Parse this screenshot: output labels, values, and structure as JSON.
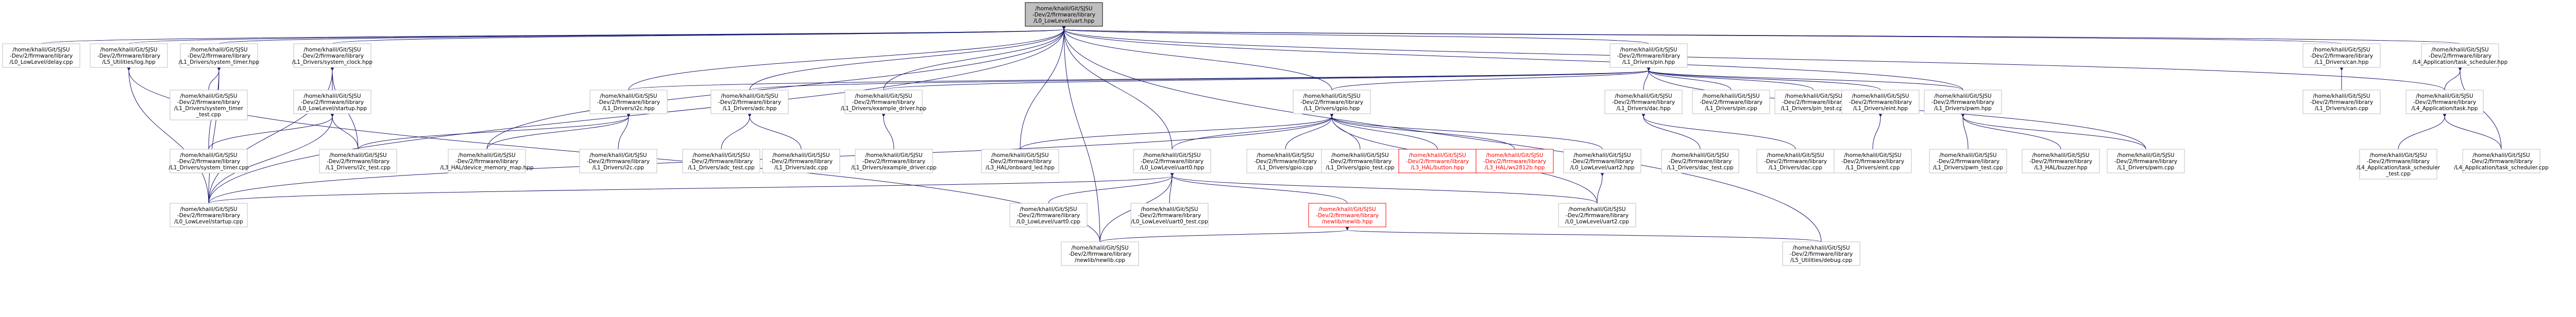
{
  "graph": {
    "nodes": [
      {
        "id": "root",
        "lines": [
          "/home/khalil/Git/SJSU",
          "-Dev/2/firmware/library",
          "/L0_LowLevel/uart.hpp"
        ]
      },
      {
        "id": "n_delay",
        "lines": [
          "/home/khalil/Git/SJSU",
          "-Dev/2/firmware/library",
          "/L0_LowLevel/delay.cpp"
        ]
      },
      {
        "id": "n_debug",
        "lines": [
          "/home/khalil/Git/SJSU",
          "-Dev/2/firmware/library",
          "/L5_Utilities/log.hpp"
        ]
      },
      {
        "id": "n_systimer",
        "lines": [
          "/home/khalil/Git/SJSU",
          "-Dev/2/firmware/library",
          "/L1_Drivers/system_timer.hpp"
        ]
      },
      {
        "id": "n_sysclock",
        "lines": [
          "/home/khalil/Git/SJSU",
          "-Dev/2/firmware/library",
          "/L1_Drivers/system_clock.hpp"
        ]
      },
      {
        "id": "n_pin",
        "lines": [
          "/home/khalil/Git/SJSU",
          "-Dev/2/firmware/library",
          "/L1_Drivers/pin.hpp"
        ]
      },
      {
        "id": "n_can",
        "lines": [
          "/home/khalil/Git/SJSU",
          "-Dev/2/firmware/library",
          "/L1_Drivers/can.hpp"
        ]
      },
      {
        "id": "n_taskscheduler",
        "lines": [
          "/home/khalil/Git/SJSU",
          "-Dev/2/firmware/library",
          "/L4_Application/task_scheduler.hpp"
        ]
      },
      {
        "id": "n_systimer_test",
        "lines": [
          "/home/khalil/Git/SJSU",
          "-Dev/2/firmware/library",
          "/L1_Drivers/system_timer",
          "_test.cpp"
        ]
      },
      {
        "id": "n_startup_hpp",
        "lines": [
          "/home/khalil/Git/SJSU",
          "-Dev/2/firmware/library",
          "/L0_LowLevel/startup.hpp"
        ]
      },
      {
        "id": "n_i2c",
        "lines": [
          "/home/khalil/Git/SJSU",
          "-Dev/2/firmware/library",
          "/L1_Drivers/i2c.hpp"
        ]
      },
      {
        "id": "n_adc",
        "lines": [
          "/home/khalil/Git/SJSU",
          "-Dev/2/firmware/library",
          "/L1_Drivers/adc.hpp"
        ]
      },
      {
        "id": "n_exdriver",
        "lines": [
          "/home/khalil/Git/SJSU",
          "-Dev/2/firmware/library",
          "/L1_Drivers/example_driver.hpp"
        ]
      },
      {
        "id": "n_gpio",
        "lines": [
          "/home/khalil/Git/SJSU",
          "-Dev/2/firmware/library",
          "/L1_Drivers/gpio.hpp"
        ]
      },
      {
        "id": "n_dac",
        "lines": [
          "/home/khalil/Git/SJSU",
          "-Dev/2/firmware/library",
          "/L1_Drivers/dac.hpp"
        ]
      },
      {
        "id": "n_pin_cpp",
        "lines": [
          "/home/khalil/Git/SJSU",
          "-Dev/2/firmware/library",
          "/L1_Drivers/pin.cpp"
        ]
      },
      {
        "id": "n_pin_test",
        "lines": [
          "/home/khalil/Git/SJSU",
          "-Dev/2/firmware/library",
          "/L1_Drivers/pin_test.cpp"
        ]
      },
      {
        "id": "n_eint",
        "lines": [
          "/home/khalil/Git/SJSU",
          "-Dev/2/firmware/library",
          "/L1_Drivers/eint.hpp"
        ]
      },
      {
        "id": "n_pwm",
        "lines": [
          "/home/khalil/Git/SJSU",
          "-Dev/2/firmware/library",
          "/L1_Drivers/pwm.hpp"
        ]
      },
      {
        "id": "n_can_cpp",
        "lines": [
          "/home/khalil/Git/SJSU",
          "-Dev/2/firmware/library",
          "/L1_Drivers/can.cpp"
        ]
      },
      {
        "id": "n_task",
        "lines": [
          "/home/khalil/Git/SJSU",
          "-Dev/2/firmware/library",
          "/L4_Application/task.hpp"
        ]
      },
      {
        "id": "n_systimer_cpp",
        "lines": [
          "/home/khalil/Git/SJSU",
          "-Dev/2/firmware/library",
          "/L1_Drivers/system_timer.cpp"
        ]
      },
      {
        "id": "n_i2c_test",
        "lines": [
          "/home/khalil/Git/SJSU",
          "-Dev/2/firmware/library",
          "/L1_Drivers/i2c_test.cpp"
        ]
      },
      {
        "id": "n_devmemmap",
        "lines": [
          "/home/khalil/Git/SJSU",
          "-Dev/2/firmware/library",
          "/L3_HAL/device_memory_map.hpp"
        ]
      },
      {
        "id": "n_i2c_cpp",
        "lines": [
          "/home/khalil/Git/SJSU",
          "-Dev/2/firmware/library",
          "/L1_Drivers/i2c.cpp"
        ]
      },
      {
        "id": "n_adc_test",
        "lines": [
          "/home/khalil/Git/SJSU",
          "-Dev/2/firmware/library",
          "/L1_Drivers/adc_test.cpp"
        ]
      },
      {
        "id": "n_adc_cpp",
        "lines": [
          "/home/khalil/Git/SJSU",
          "-Dev/2/firmware/library",
          "/L1_Drivers/adc.cpp"
        ]
      },
      {
        "id": "n_exdriver_cpp",
        "lines": [
          "/home/khalil/Git/SJSU",
          "-Dev/2/firmware/library",
          "/L1_Drivers/example_driver.cpp"
        ]
      },
      {
        "id": "n_onboard_led",
        "lines": [
          "/home/khalil/Git/SJSU",
          "-Dev/2/firmware/library",
          "/L3_HAL/onboard_led.hpp"
        ]
      },
      {
        "id": "n_uart_low",
        "lines": [
          "/home/khalil/Git/SJSU",
          "-Dev/2/firmware/library",
          "/L0_LowLevel/uart0.hpp"
        ]
      },
      {
        "id": "n_gpio_cpp",
        "lines": [
          "/home/khalil/Git/SJSU",
          "-Dev/2/firmware/library",
          "/L1_Drivers/gpio.cpp"
        ]
      },
      {
        "id": "n_gpio_test",
        "lines": [
          "/home/khalil/Git/SJSU",
          "-Dev/2/firmware/library",
          "/L1_Drivers/gpio_test.cpp"
        ]
      },
      {
        "id": "n_button",
        "lines": [
          "/home/khalil/Git/SJSU",
          "-Dev/2/firmware/library",
          "/L3_HAL/button.hpp"
        ],
        "highlight": true
      },
      {
        "id": "n_ws2812",
        "lines": [
          "/home/khalil/Git/SJSU",
          "-Dev/2/firmware/library",
          "/L3_HAL/ws2812b.hpp"
        ],
        "highlight": true
      },
      {
        "id": "n_uart2",
        "lines": [
          "/home/khalil/Git/SJSU",
          "-Dev/2/firmware/library",
          "/L0_LowLevel/uart2.hpp"
        ]
      },
      {
        "id": "n_dac_test",
        "lines": [
          "/home/khalil/Git/SJSU",
          "-Dev/2/firmware/library",
          "/L1_Drivers/dac_test.cpp"
        ]
      },
      {
        "id": "n_dac_cpp",
        "lines": [
          "/home/khalil/Git/SJSU",
          "-Dev/2/firmware/library",
          "/L1_Drivers/dac.cpp"
        ]
      },
      {
        "id": "n_eint_cpp",
        "lines": [
          "/home/khalil/Git/SJSU",
          "-Dev/2/firmware/library",
          "/L1_Drivers/eint.cpp"
        ]
      },
      {
        "id": "n_pwm_test",
        "lines": [
          "/home/khalil/Git/SJSU",
          "-Dev/2/firmware/library",
          "/L1_Drivers/pwm_test.cpp"
        ]
      },
      {
        "id": "n_buzzer",
        "lines": [
          "/home/khalil/Git/SJSU",
          "-Dev/2/firmware/library",
          "/L3_HAL/buzzer.hpp"
        ]
      },
      {
        "id": "n_pwm_cpp",
        "lines": [
          "/home/khalil/Git/SJSU",
          "-Dev/2/firmware/library",
          "/L1_Drivers/pwm.cpp"
        ]
      },
      {
        "id": "n_ts_test",
        "lines": [
          "/home/khalil/Git/SJSU",
          "-Dev/2/firmware/library",
          "/L4_Application/task_scheduler",
          "_test.cpp"
        ]
      },
      {
        "id": "n_ts_cpp",
        "lines": [
          "/home/khalil/Git/SJSU",
          "-Dev/2/firmware/library",
          "/L4_Application/task_scheduler.cpp"
        ]
      },
      {
        "id": "n_startup_cpp",
        "lines": [
          "/home/khalil/Git/SJSU",
          "-Dev/2/firmware/library",
          "/L0_LowLevel/startup.cpp"
        ]
      },
      {
        "id": "n_uart0_cpp",
        "lines": [
          "/home/khalil/Git/SJSU",
          "-Dev/2/firmware/library",
          "/L0_LowLevel/uart0.cpp"
        ]
      },
      {
        "id": "n_uart0_test",
        "lines": [
          "/home/khalil/Git/SJSU",
          "-Dev/2/firmware/library",
          "/L0_LowLevel/uart0_test.cpp"
        ]
      },
      {
        "id": "n_newlib_hpp",
        "lines": [
          "/home/khalil/Git/SJSU",
          "-Dev/2/firmware/library",
          "/newlib/newlib.hpp"
        ],
        "highlight": true
      },
      {
        "id": "n_uart2_cpp",
        "lines": [
          "/home/khalil/Git/SJSU",
          "-Dev/2/firmware/library",
          "/L0_LowLevel/uart2.cpp"
        ]
      },
      {
        "id": "n_newlib_cpp",
        "lines": [
          "/home/khalil/Git/SJSU",
          "-Dev/2/firmware/library",
          "/newlib/newlib.cpp"
        ]
      },
      {
        "id": "n_debug_cpp",
        "lines": [
          "/home/khalil/Git/SJSU",
          "-Dev/2/firmware/library",
          "/L5_Utilities/debug.cpp"
        ]
      }
    ],
    "edges": [
      [
        "root",
        "n_delay"
      ],
      [
        "root",
        "n_debug"
      ],
      [
        "root",
        "n_systimer"
      ],
      [
        "root",
        "n_sysclock"
      ],
      [
        "root",
        "n_pin"
      ],
      [
        "root",
        "n_can"
      ],
      [
        "root",
        "n_taskscheduler"
      ],
      [
        "root",
        "n_i2c"
      ],
      [
        "root",
        "n_adc"
      ],
      [
        "root",
        "n_exdriver"
      ],
      [
        "root",
        "n_gpio"
      ],
      [
        "root",
        "n_pwm"
      ],
      [
        "root",
        "n_task"
      ],
      [
        "root",
        "n_devmemmap"
      ],
      [
        "root",
        "n_onboard_led"
      ],
      [
        "root",
        "n_uart_low"
      ],
      [
        "root",
        "n_startup_cpp"
      ],
      [
        "root",
        "n_newlib_cpp"
      ],
      [
        "root",
        "n_debug_cpp"
      ],
      [
        "n_debug",
        "n_startup_cpp"
      ],
      [
        "n_debug",
        "n_newlib_cpp"
      ],
      [
        "n_systimer",
        "n_systimer_test"
      ],
      [
        "n_systimer",
        "n_systimer_cpp"
      ],
      [
        "n_systimer",
        "n_startup_cpp"
      ],
      [
        "n_sysclock",
        "n_startup_hpp"
      ],
      [
        "n_sysclock",
        "n_i2c_test"
      ],
      [
        "n_sysclock",
        "n_startup_cpp"
      ],
      [
        "n_startup_hpp",
        "n_systimer_cpp"
      ],
      [
        "n_startup_hpp",
        "n_i2c_test"
      ],
      [
        "n_startup_hpp",
        "n_startup_cpp"
      ],
      [
        "n_pin",
        "n_i2c"
      ],
      [
        "n_pin",
        "n_adc"
      ],
      [
        "n_pin",
        "n_exdriver"
      ],
      [
        "n_pin",
        "n_gpio"
      ],
      [
        "n_pin",
        "n_dac"
      ],
      [
        "n_pin",
        "n_pin_cpp"
      ],
      [
        "n_pin",
        "n_pin_test"
      ],
      [
        "n_pin",
        "n_eint"
      ],
      [
        "n_pin",
        "n_pwm"
      ],
      [
        "n_pin",
        "n_pwm_cpp"
      ],
      [
        "n_can",
        "n_can_cpp"
      ],
      [
        "n_taskscheduler",
        "n_task"
      ],
      [
        "n_taskscheduler",
        "n_ts_cpp"
      ],
      [
        "n_task",
        "n_ts_test"
      ],
      [
        "n_task",
        "n_ts_cpp"
      ],
      [
        "n_i2c",
        "n_i2c_test"
      ],
      [
        "n_i2c",
        "n_devmemmap"
      ],
      [
        "n_i2c",
        "n_i2c_cpp"
      ],
      [
        "n_adc",
        "n_adc_test"
      ],
      [
        "n_adc",
        "n_adc_cpp"
      ],
      [
        "n_exdriver",
        "n_exdriver_cpp"
      ],
      [
        "n_gpio",
        "n_onboard_led"
      ],
      [
        "n_gpio",
        "n_uart_low"
      ],
      [
        "n_gpio",
        "n_gpio_cpp"
      ],
      [
        "n_gpio",
        "n_gpio_test"
      ],
      [
        "n_gpio",
        "n_button"
      ],
      [
        "n_gpio",
        "n_ws2812"
      ],
      [
        "n_gpio",
        "n_uart2"
      ],
      [
        "n_gpio",
        "n_uart2_cpp"
      ],
      [
        "n_gpio",
        "n_startup_cpp"
      ],
      [
        "n_uart_low",
        "n_startup_cpp"
      ],
      [
        "n_uart_low",
        "n_uart0_cpp"
      ],
      [
        "n_uart_low",
        "n_uart0_test"
      ],
      [
        "n_uart_low",
        "n_newlib_hpp"
      ],
      [
        "n_uart_low",
        "n_newlib_cpp"
      ],
      [
        "n_uart_low",
        "n_uart2_cpp"
      ],
      [
        "n_newlib_hpp",
        "n_newlib_cpp"
      ],
      [
        "n_newlib_hpp",
        "n_debug_cpp"
      ],
      [
        "n_uart2",
        "n_uart2_cpp"
      ],
      [
        "n_dac",
        "n_dac_test"
      ],
      [
        "n_dac",
        "n_dac_cpp"
      ],
      [
        "n_eint",
        "n_eint_cpp"
      ],
      [
        "n_pwm",
        "n_pwm_test"
      ],
      [
        "n_pwm",
        "n_buzzer"
      ],
      [
        "n_pwm",
        "n_pwm_cpp"
      ]
    ]
  },
  "colors": {
    "edge": "#191970",
    "node_border": "#bfbfbf",
    "node_text": "#000000",
    "highlight_border": "#ff0000",
    "highlight_text": "#ff0000",
    "root_fill": "#bfbfbf",
    "root_border": "#000000",
    "background": "#ffffff"
  }
}
